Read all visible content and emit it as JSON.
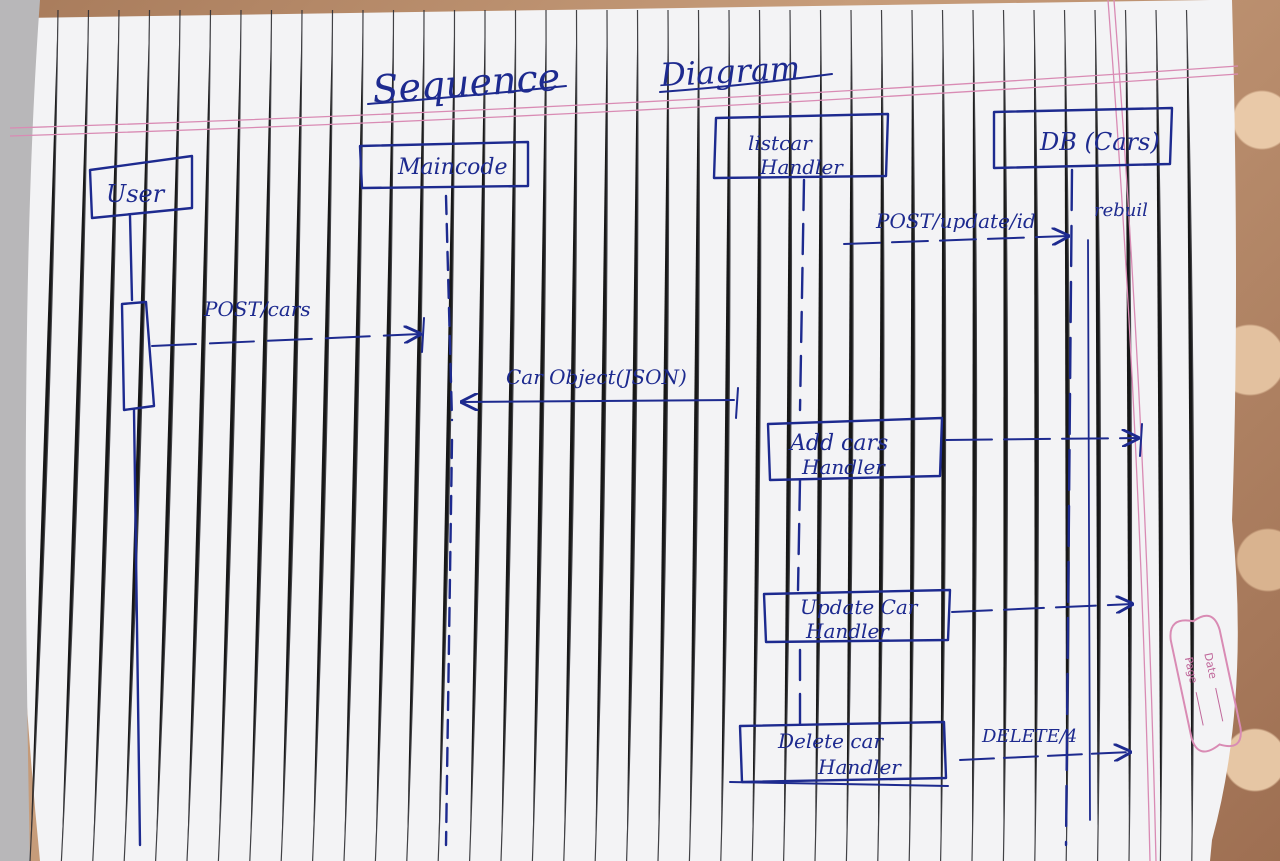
{
  "title": {
    "word1": "Sequence",
    "word2": "Diagram"
  },
  "participants": {
    "user": "User",
    "maincode": "Maincode",
    "listcar_line1": "listcar",
    "listcar_line2": "Handler",
    "db": "DB (Cars)"
  },
  "handlers": {
    "add_line1": "Add cars",
    "add_line2": "Handler",
    "update_line1": "Update Car",
    "update_line2": "Handler",
    "delete_line1": "Delete car",
    "delete_line2": "Handler"
  },
  "messages": {
    "post_cars": "POST/cars",
    "car_object": "Car Object(JSON)",
    "post_update": "POST/update/id",
    "rebuild": "rebuil",
    "delete": "DELETE/4"
  },
  "stamp": {
    "line1": "Date",
    "line2": "Page"
  },
  "colors": {
    "ink": "#1d2a8f",
    "paper": "#f4f4f6",
    "rule": "#2b2b2b",
    "margin": "#d98bb4"
  }
}
